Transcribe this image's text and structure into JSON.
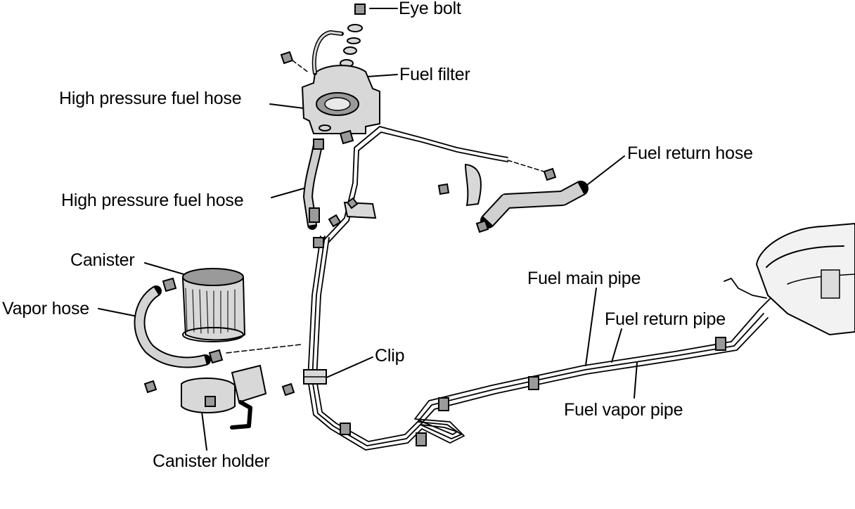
{
  "labels": {
    "eye_bolt": "Eye bolt",
    "fuel_filter": "Fuel filter",
    "high_pressure_fuel_hose_upper": "High pressure fuel hose",
    "high_pressure_fuel_hose_lower": "High pressure fuel hose",
    "fuel_return_hose": "Fuel return hose",
    "canister": "Canister",
    "vapor_hose": "Vapor hose",
    "clip": "Clip",
    "canister_holder": "Canister holder",
    "fuel_main_pipe": "Fuel main pipe",
    "fuel_return_pipe": "Fuel return pipe",
    "fuel_vapor_pipe": "Fuel vapor pipe"
  }
}
